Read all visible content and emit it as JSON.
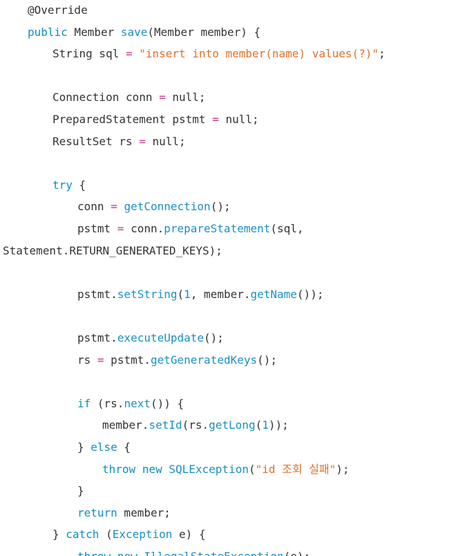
{
  "colors": {
    "keyword": "#0c8fc0",
    "function": "#1a8fc4",
    "string": "#e0702a",
    "operator": "#c0398c",
    "plain": "#333333",
    "background": "#ffffff"
  },
  "lines": [
    {
      "indent": 1,
      "tokens": [
        {
          "t": "pl",
          "s": "@Override"
        }
      ]
    },
    {
      "indent": 1,
      "tokens": [
        {
          "t": "kw",
          "s": "public"
        },
        {
          "t": "pl",
          "s": " Member "
        },
        {
          "t": "fn",
          "s": "save"
        },
        {
          "t": "pl",
          "s": "(Member member) {"
        }
      ]
    },
    {
      "indent": 2,
      "tokens": [
        {
          "t": "pl",
          "s": "String sql "
        },
        {
          "t": "op",
          "s": "="
        },
        {
          "t": "pl",
          "s": " "
        },
        {
          "t": "str",
          "s": "\"insert into member(name) values(?)\""
        },
        {
          "t": "pl",
          "s": ";"
        }
      ]
    },
    {
      "indent": 2,
      "tokens": []
    },
    {
      "indent": 2,
      "tokens": [
        {
          "t": "pl",
          "s": "Connection conn "
        },
        {
          "t": "op",
          "s": "="
        },
        {
          "t": "pl",
          "s": " null;"
        }
      ]
    },
    {
      "indent": 2,
      "tokens": [
        {
          "t": "pl",
          "s": "PreparedStatement pstmt "
        },
        {
          "t": "op",
          "s": "="
        },
        {
          "t": "pl",
          "s": " null;"
        }
      ]
    },
    {
      "indent": 2,
      "tokens": [
        {
          "t": "pl",
          "s": "ResultSet rs "
        },
        {
          "t": "op",
          "s": "="
        },
        {
          "t": "pl",
          "s": " null;"
        }
      ]
    },
    {
      "indent": 2,
      "tokens": []
    },
    {
      "indent": 2,
      "tokens": [
        {
          "t": "kw",
          "s": "try"
        },
        {
          "t": "pl",
          "s": " {"
        }
      ]
    },
    {
      "indent": 3,
      "tokens": [
        {
          "t": "pl",
          "s": "conn "
        },
        {
          "t": "op",
          "s": "="
        },
        {
          "t": "pl",
          "s": " "
        },
        {
          "t": "fn",
          "s": "getConnection"
        },
        {
          "t": "pl",
          "s": "();"
        }
      ]
    },
    {
      "indent": 3,
      "tokens": [
        {
          "t": "pl",
          "s": "pstmt "
        },
        {
          "t": "op",
          "s": "="
        },
        {
          "t": "pl",
          "s": " conn."
        },
        {
          "t": "fn",
          "s": "prepareStatement"
        },
        {
          "t": "pl",
          "s": "(sql,"
        }
      ]
    },
    {
      "indent": 0,
      "tokens": [
        {
          "t": "pl",
          "s": "Statement.RETURN_GENERATED_KEYS);"
        }
      ]
    },
    {
      "indent": 3,
      "tokens": []
    },
    {
      "indent": 3,
      "tokens": [
        {
          "t": "pl",
          "s": "pstmt."
        },
        {
          "t": "fn",
          "s": "setString"
        },
        {
          "t": "pl",
          "s": "("
        },
        {
          "t": "num",
          "s": "1"
        },
        {
          "t": "pl",
          "s": ", member."
        },
        {
          "t": "fn",
          "s": "getName"
        },
        {
          "t": "pl",
          "s": "());"
        }
      ]
    },
    {
      "indent": 3,
      "tokens": []
    },
    {
      "indent": 3,
      "tokens": [
        {
          "t": "pl",
          "s": "pstmt."
        },
        {
          "t": "fn",
          "s": "executeUpdate"
        },
        {
          "t": "pl",
          "s": "();"
        }
      ]
    },
    {
      "indent": 3,
      "tokens": [
        {
          "t": "pl",
          "s": "rs "
        },
        {
          "t": "op",
          "s": "="
        },
        {
          "t": "pl",
          "s": " pstmt."
        },
        {
          "t": "fn",
          "s": "getGeneratedKeys"
        },
        {
          "t": "pl",
          "s": "();"
        }
      ]
    },
    {
      "indent": 3,
      "tokens": []
    },
    {
      "indent": 3,
      "tokens": [
        {
          "t": "kw",
          "s": "if"
        },
        {
          "t": "pl",
          "s": " (rs."
        },
        {
          "t": "fn",
          "s": "next"
        },
        {
          "t": "pl",
          "s": "()) {"
        }
      ]
    },
    {
      "indent": 4,
      "tokens": [
        {
          "t": "pl",
          "s": "member."
        },
        {
          "t": "fn",
          "s": "setId"
        },
        {
          "t": "pl",
          "s": "(rs."
        },
        {
          "t": "fn",
          "s": "getLong"
        },
        {
          "t": "pl",
          "s": "("
        },
        {
          "t": "num",
          "s": "1"
        },
        {
          "t": "pl",
          "s": "));"
        }
      ]
    },
    {
      "indent": 3,
      "tokens": [
        {
          "t": "pl",
          "s": "} "
        },
        {
          "t": "kw",
          "s": "else"
        },
        {
          "t": "pl",
          "s": " {"
        }
      ]
    },
    {
      "indent": 4,
      "tokens": [
        {
          "t": "kw",
          "s": "throw"
        },
        {
          "t": "pl",
          "s": " "
        },
        {
          "t": "kw",
          "s": "new"
        },
        {
          "t": "pl",
          "s": " "
        },
        {
          "t": "fn",
          "s": "SQLException"
        },
        {
          "t": "pl",
          "s": "("
        },
        {
          "t": "str",
          "s": "\"id 조회 실패\""
        },
        {
          "t": "pl",
          "s": ");"
        }
      ]
    },
    {
      "indent": 3,
      "tokens": [
        {
          "t": "pl",
          "s": "}"
        }
      ]
    },
    {
      "indent": 3,
      "tokens": [
        {
          "t": "kw",
          "s": "return"
        },
        {
          "t": "pl",
          "s": " member;"
        }
      ]
    },
    {
      "indent": 2,
      "tokens": [
        {
          "t": "pl",
          "s": "} "
        },
        {
          "t": "kw",
          "s": "catch"
        },
        {
          "t": "pl",
          "s": " ("
        },
        {
          "t": "fn",
          "s": "Exception"
        },
        {
          "t": "pl",
          "s": " e) {"
        }
      ]
    },
    {
      "indent": 3,
      "tokens": [
        {
          "t": "kw",
          "s": "throw"
        },
        {
          "t": "pl",
          "s": " "
        },
        {
          "t": "kw",
          "s": "new"
        },
        {
          "t": "pl",
          "s": " "
        },
        {
          "t": "fn",
          "s": "IllegalStateException"
        },
        {
          "t": "pl",
          "s": "(e);"
        }
      ]
    }
  ]
}
